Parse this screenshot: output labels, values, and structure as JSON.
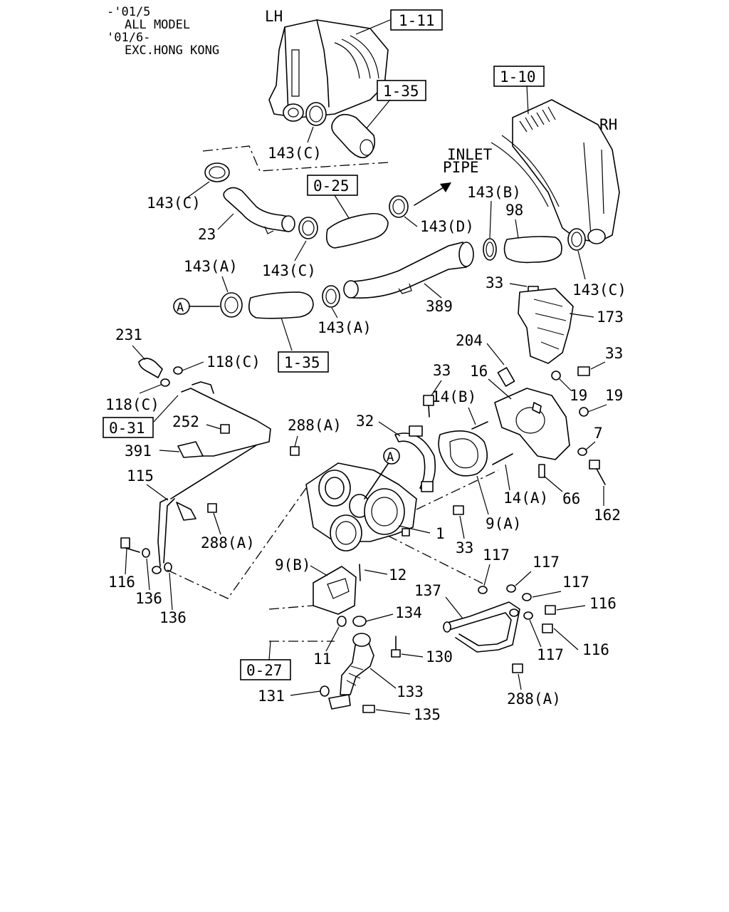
{
  "header_note": [
    "-'01/5",
    "ALL MODEL",
    "'01/6-",
    "EXC.HONG KONG"
  ],
  "side_labels": {
    "lh": "LH",
    "rh": "RH"
  },
  "inlet_pipe": [
    "INLET",
    "PIPE"
  ],
  "ref_boxes": [
    "1-11",
    "1-35",
    "1-10",
    "0-25",
    "1-35",
    "0-31",
    "0-27"
  ],
  "circle_ref": "A",
  "part_numbers": [
    "143(C)",
    "143(C)",
    "23",
    "143(C)",
    "143(D)",
    "143(B)",
    "98",
    "143(C)",
    "33",
    "143(A)",
    "389",
    "143(A)",
    "173",
    "231",
    "118(C)",
    "118(C)",
    "204",
    "33",
    "16",
    "33",
    "14(B)",
    "19",
    "19",
    "252",
    "288(A)",
    "32",
    "391",
    "7",
    "115",
    "14(A)",
    "66",
    "162",
    "288(A)",
    "1",
    "9(A)",
    "33",
    "116",
    "136",
    "136",
    "9(B)",
    "12",
    "117",
    "117",
    "117",
    "137",
    "116",
    "134",
    "116",
    "117",
    "11",
    "130",
    "133",
    "131",
    "135",
    "288(A)"
  ]
}
